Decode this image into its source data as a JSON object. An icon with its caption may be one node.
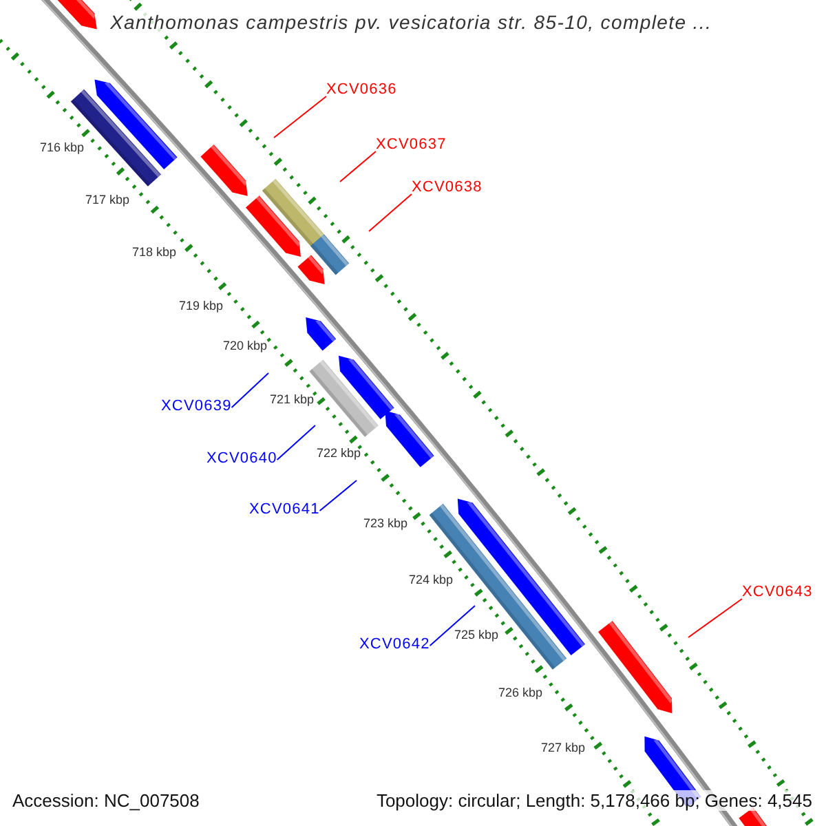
{
  "diagram": {
    "title": "Xanthomonas campestris pv. vesicatoria str. 85-10, complete ...",
    "nodes": [
      {
        "text": [
          "XCV0636"
        ]
      },
      {
        "text": [
          "XCV0637"
        ]
      },
      {
        "text": [
          "XCV0638"
        ]
      },
      {
        "text": [
          "XCV0639"
        ]
      },
      {
        "text": [
          "XCV0640"
        ]
      },
      {
        "text": [
          "XCV0641"
        ]
      },
      {
        "text": [
          "XCV0643"
        ]
      },
      {
        "text": [
          "XCV0642"
        ]
      }
    ],
    "edges": [
      {
        "from": 0,
        "to": null,
        "arrow": "none",
        "color": "#ff0000"
      },
      {
        "from": 1,
        "to": null,
        "arrow": "none",
        "color": "#ff0000"
      },
      {
        "from": 2,
        "to": null,
        "arrow": "none",
        "color": "#ff0000"
      },
      {
        "from": 3,
        "to": null,
        "arrow": "none",
        "color": "#0000ff"
      },
      {
        "from": 4,
        "to": null,
        "arrow": "none",
        "color": "#0000ff"
      },
      {
        "from": 5,
        "to": null,
        "arrow": "none",
        "color": "#0000ff"
      },
      {
        "from": 6,
        "to": null,
        "arrow": "none",
        "color": "#ff0000"
      },
      {
        "from": 7,
        "to": null,
        "arrow": "none",
        "color": "#0000ff"
      }
    ],
    "labels": [
      "716 kbp",
      "717 kbp",
      "718 kbp",
      "719 kbp",
      "720 kbp",
      "721 kbp",
      "722 kbp",
      "723 kbp",
      "724 kbp",
      "725 kbp",
      "726 kbp",
      "727 kbp",
      "Accession: NC_007508",
      "Topology: circular; Length: 5,178,466 bp; Genes: 4,545"
    ]
  }
}
